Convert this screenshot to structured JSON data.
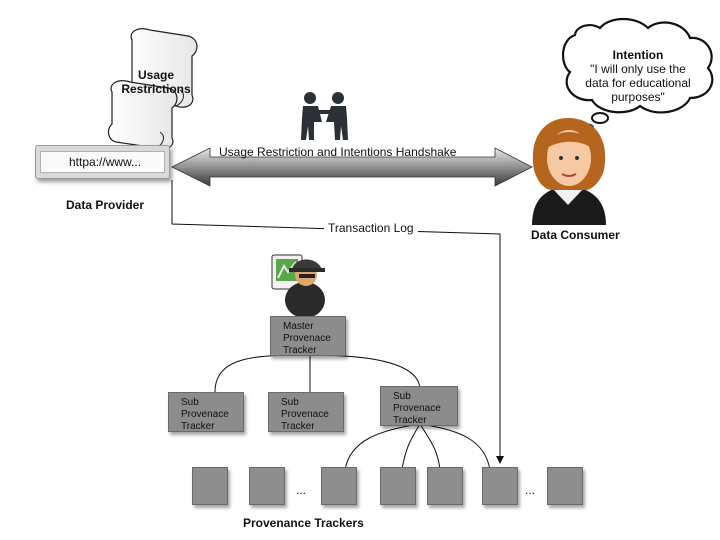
{
  "provider": {
    "usage_restrictions": "Usage Restrictions",
    "url": "httpa://www...",
    "label": "Data Provider"
  },
  "handshake": {
    "label": "Usage Restriction and Intentions Handshake",
    "icon": "handshake-icon"
  },
  "consumer": {
    "intention_title": "Intention",
    "intention_quote": "\"I will only use the data for educational purposes\"",
    "label": "Data Consumer",
    "icon": "woman-avatar-icon"
  },
  "transaction_log": {
    "label": "Transaction Log"
  },
  "master": {
    "label": "Master Provenace Tracker",
    "icon": "detective-computer-icon"
  },
  "subs": [
    {
      "label": "Sub Provenace Tracker"
    },
    {
      "label": "Sub Provenace Tracker"
    },
    {
      "label": "Sub Provenace Tracker"
    }
  ],
  "leaves": {
    "ellipsis": "..."
  },
  "footer": {
    "label": "Provenance Trackers"
  },
  "colors": {
    "arrow_dark": "#3c3c3c",
    "arrow_light": "#bdbdbd",
    "tracker_gray": "#8c8c8c",
    "hair": "#b5651d"
  }
}
